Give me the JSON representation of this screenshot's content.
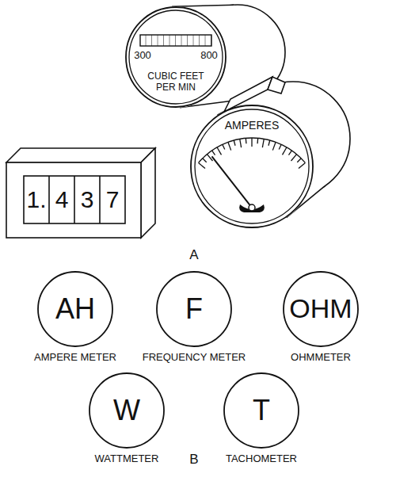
{
  "diagram": {
    "nodes": [
      {
        "text": [
          "300",
          "800",
          "CUBIC FEET PER MIN"
        ]
      },
      {
        "text": [
          "AMPERES"
        ]
      },
      {
        "text": [
          "1.",
          "4",
          "3",
          "7"
        ]
      },
      {
        "text": [
          "AH",
          "AMPERE METER"
        ]
      },
      {
        "text": [
          "F",
          "FREQUENCY METER"
        ]
      },
      {
        "text": [
          "OHM",
          "OHMMETER"
        ]
      },
      {
        "text": [
          "W",
          "WATTMETER"
        ]
      },
      {
        "text": [
          "T",
          "TACHOMETER"
        ]
      }
    ],
    "labels": [
      "A",
      "B"
    ]
  }
}
